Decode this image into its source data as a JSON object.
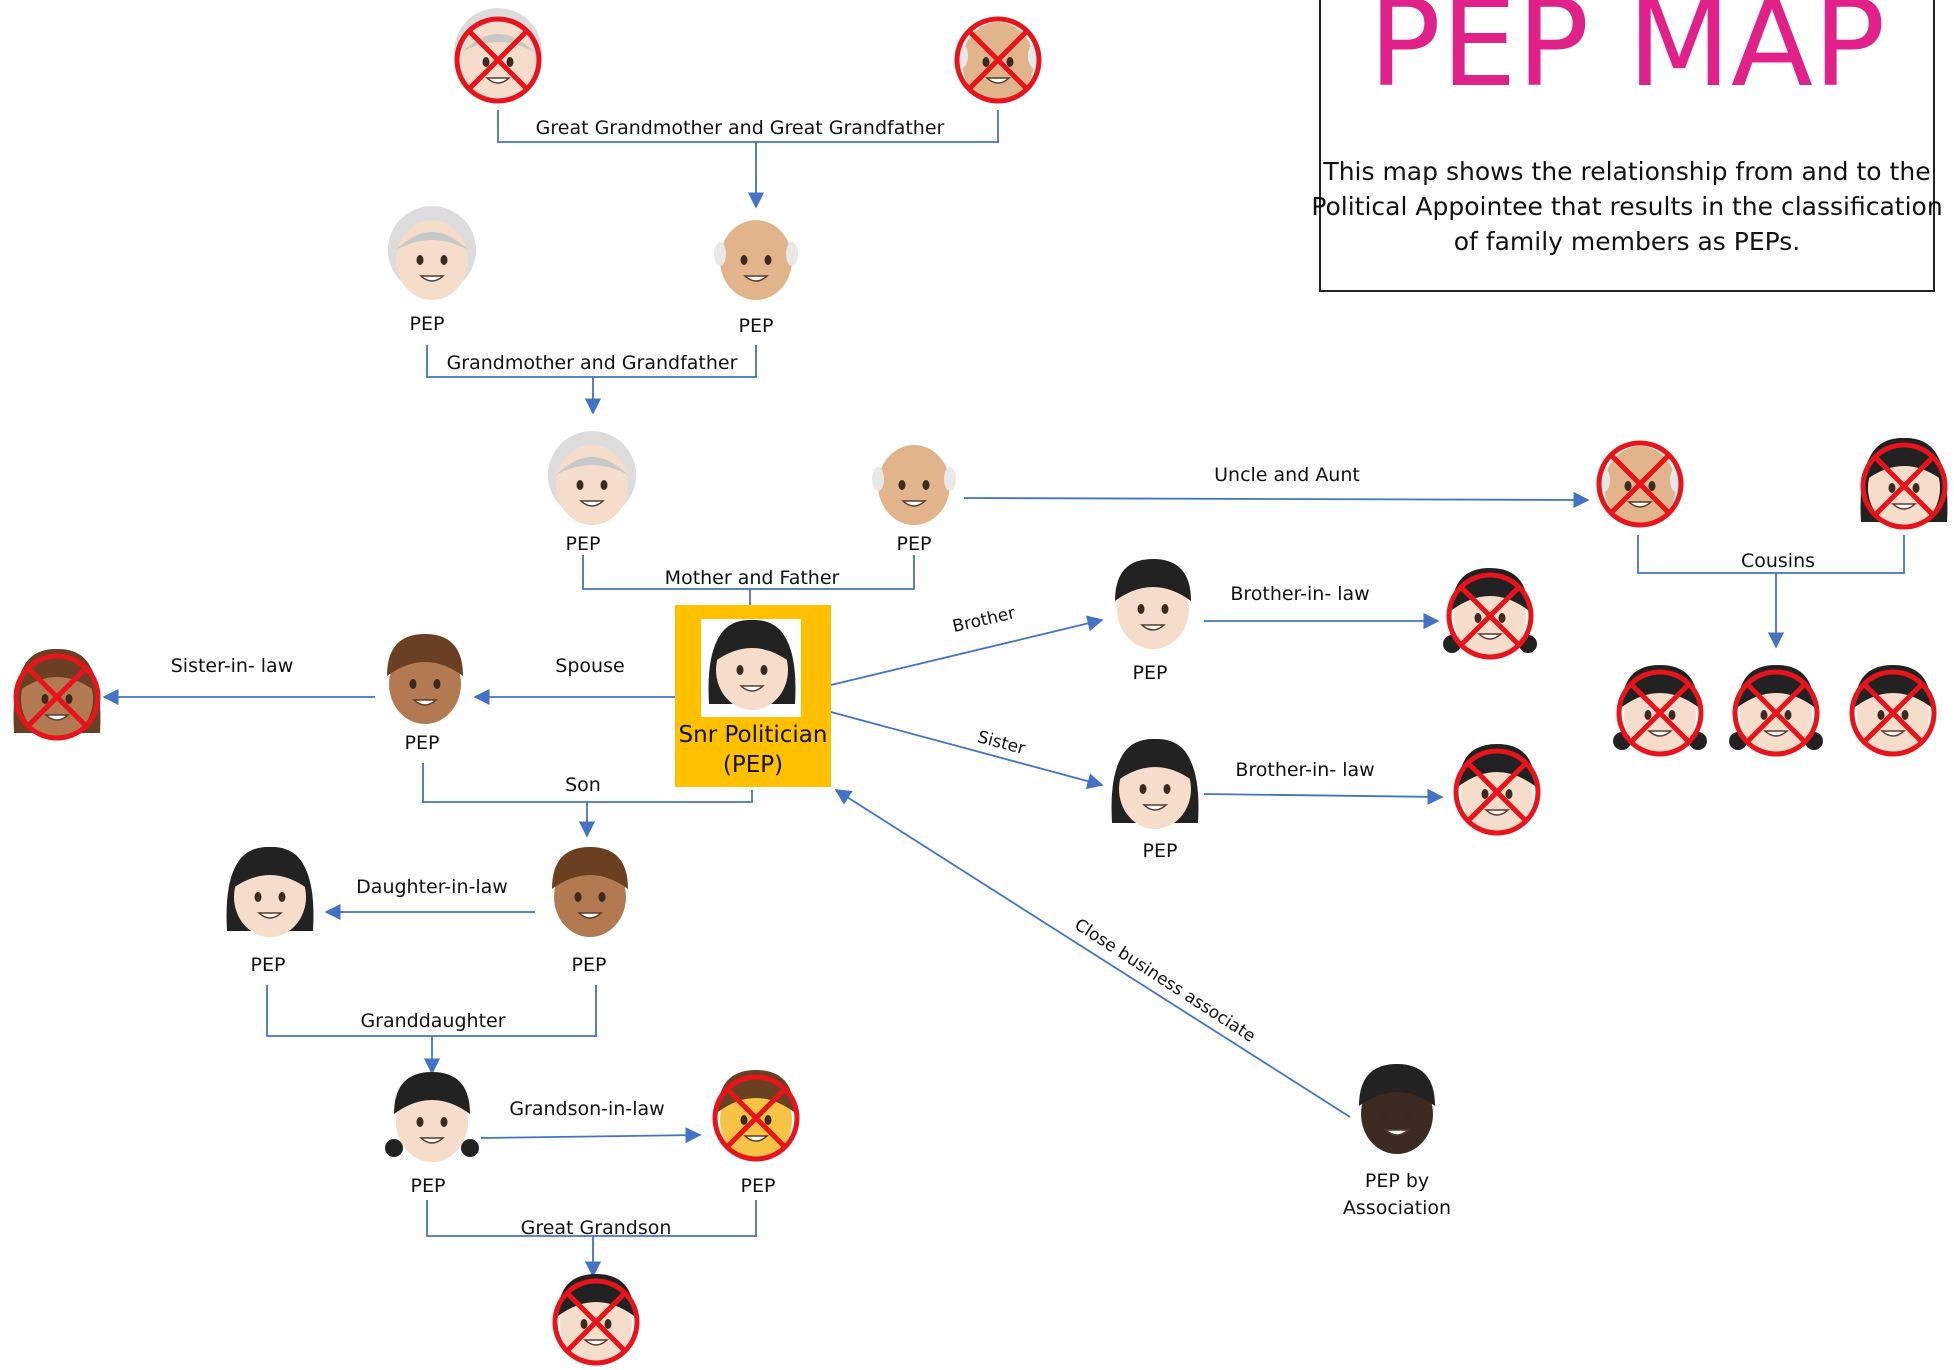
{
  "title": "PEP MAP",
  "description": [
    "This map shows the relationship from and to the",
    "Political Appointee that results in the classification",
    "of family members as PEPs."
  ],
  "colors": {
    "title": "#e0218a",
    "connector": "#4472c4",
    "highlight": "#ffc000",
    "cross": "#e8141b"
  },
  "central": {
    "name": "Snr Politician",
    "status": "(PEP)"
  },
  "people": {
    "great_grandmother": {
      "icon": "elderly-woman-icon",
      "crossed": true,
      "label": ""
    },
    "great_grandfather": {
      "icon": "elderly-man-icon",
      "crossed": true,
      "label": ""
    },
    "grandmother_1": {
      "icon": "elderly-woman-icon",
      "crossed": false,
      "label": "PEP"
    },
    "grandfather_1": {
      "icon": "elderly-man-icon",
      "crossed": false,
      "label": "PEP"
    },
    "grandmother_2": {
      "icon": "elderly-woman-icon",
      "crossed": false,
      "label": "PEP"
    },
    "grandfather_2": {
      "icon": "elderly-man-icon",
      "crossed": false,
      "label": "PEP"
    },
    "uncle": {
      "icon": "elderly-man-icon",
      "crossed": true,
      "label": ""
    },
    "aunt": {
      "icon": "woman-icon",
      "crossed": true,
      "label": ""
    },
    "cousin_1": {
      "icon": "girl-icon",
      "crossed": true,
      "label": ""
    },
    "cousin_2": {
      "icon": "girl-icon",
      "crossed": true,
      "label": ""
    },
    "cousin_3": {
      "icon": "boy-icon",
      "crossed": true,
      "label": ""
    },
    "brother": {
      "icon": "man-icon",
      "crossed": false,
      "label": "PEP"
    },
    "brother_in_law_1": {
      "icon": "girl-icon",
      "crossed": true,
      "label": ""
    },
    "sister": {
      "icon": "woman-icon",
      "crossed": false,
      "label": "PEP"
    },
    "brother_in_law_2": {
      "icon": "man-icon",
      "crossed": true,
      "label": ""
    },
    "spouse": {
      "icon": "man-icon",
      "crossed": false,
      "label": "PEP"
    },
    "sister_in_law": {
      "icon": "woman-icon",
      "crossed": true,
      "label": ""
    },
    "son": {
      "icon": "man-icon",
      "crossed": false,
      "label": "PEP"
    },
    "daughter_in_law": {
      "icon": "woman-icon",
      "crossed": false,
      "label": "PEP"
    },
    "granddaughter": {
      "icon": "girl-icon",
      "crossed": false,
      "label": "PEP"
    },
    "grandson_in_law": {
      "icon": "child-icon",
      "crossed": true,
      "label": "PEP"
    },
    "great_grandson": {
      "icon": "baby-icon",
      "crossed": true,
      "label": ""
    },
    "business_associate": {
      "icon": "man-icon",
      "crossed": false,
      "label": "PEP by\nAssociation"
    }
  },
  "relations": {
    "great_grandparents": "Great Grandmother and Great Grandfather",
    "grandparents": "Grandmother and Grandfather",
    "parents": "Mother and Father",
    "uncle_aunt": "Uncle and Aunt",
    "cousins": "Cousins",
    "brother": "Brother",
    "brother_in_law_1": "Brother-in- law",
    "sister": "Sister",
    "brother_in_law_2": "Brother-in- law",
    "spouse": "Spouse",
    "sister_in_law": "Sister-in- law",
    "son": "Son",
    "daughter_in_law": "Daughter-in-law",
    "granddaughter": "Granddaughter",
    "grandson_in_law": "Grandson-in-law",
    "great_grandson": "Great Grandson",
    "business_associate": "Close business associate"
  }
}
